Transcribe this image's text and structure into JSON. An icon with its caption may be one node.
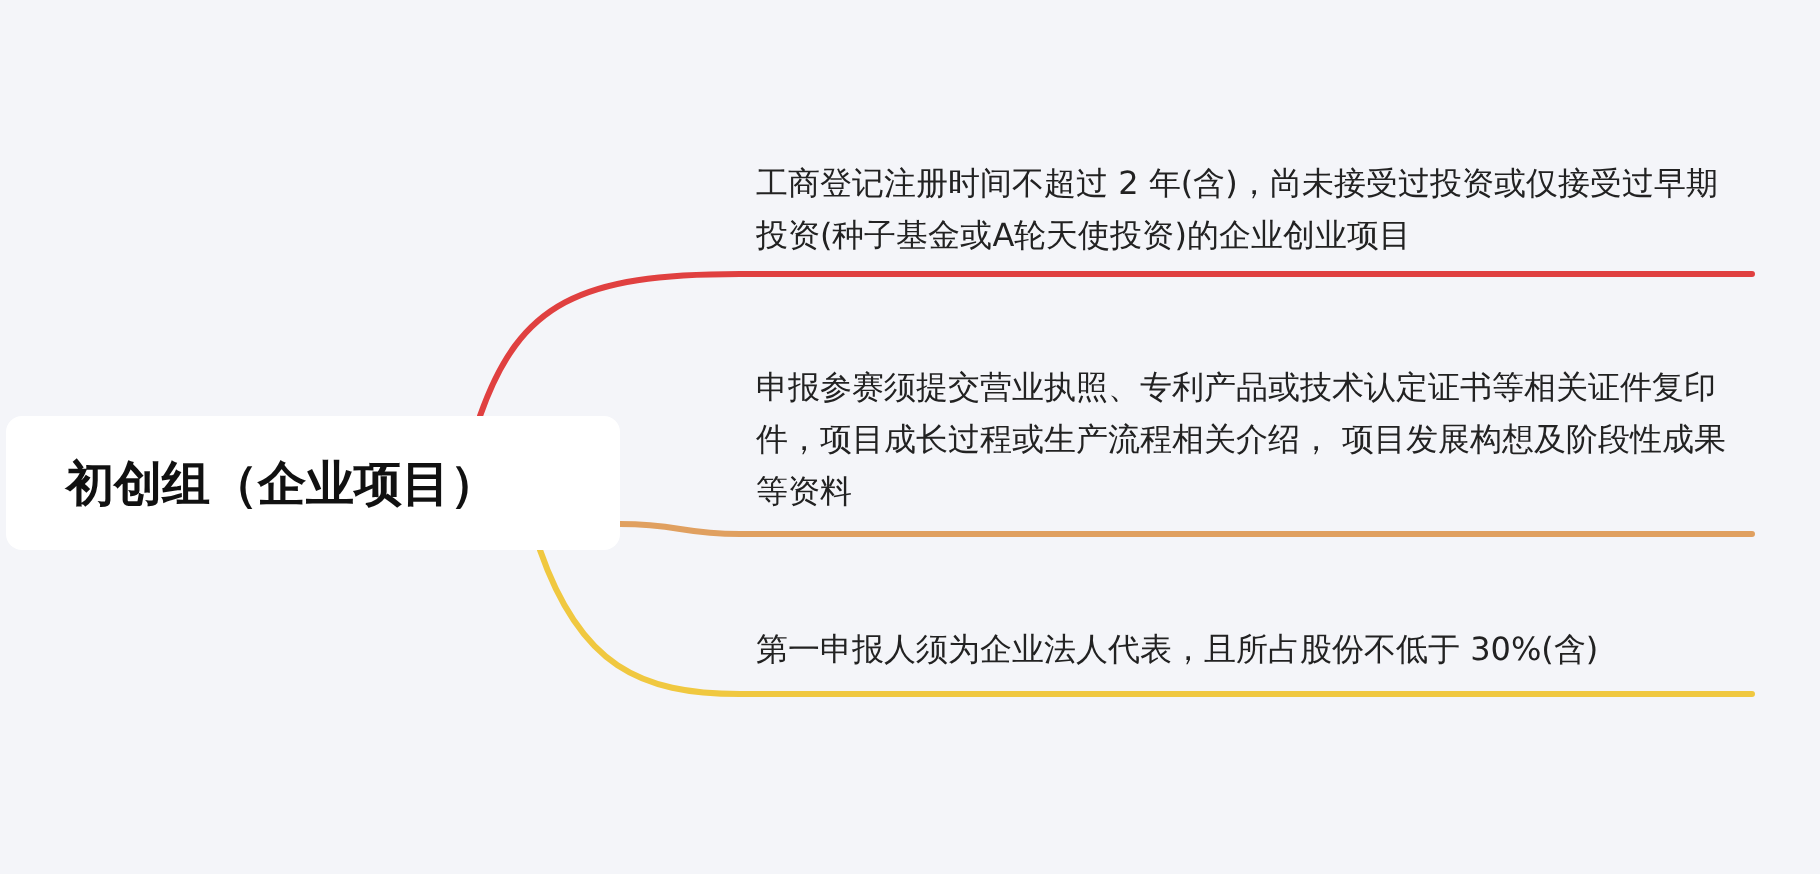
{
  "diagram": {
    "nodes": [
      {
        "text": [
          "初创组（企业项目）"
        ]
      },
      {
        "text": [
          "工商登记注册时间不超过 2 年(含)，尚未接受过投资或仅接受过早期投资(种子基金或A轮天使投资)的企业创业项目"
        ]
      },
      {
        "text": [
          "申报参赛须提交营业执照、专利产品或技术认定证书等相关证件复印件，项目成长过程或生产流程相关介绍， 项目发展构想及阶段性成果等资料"
        ]
      },
      {
        "text": [
          "第一申报人须为企业法人代表，且所占股份不低于 30%(含)"
        ]
      }
    ],
    "edges": [
      {
        "from": 0,
        "to": 1,
        "arrow": "none",
        "color": "#e04040"
      },
      {
        "from": 0,
        "to": 2,
        "arrow": "none",
        "color": "#e0a060"
      },
      {
        "from": 0,
        "to": 3,
        "arrow": "none",
        "color": "#f0c840"
      }
    ]
  }
}
